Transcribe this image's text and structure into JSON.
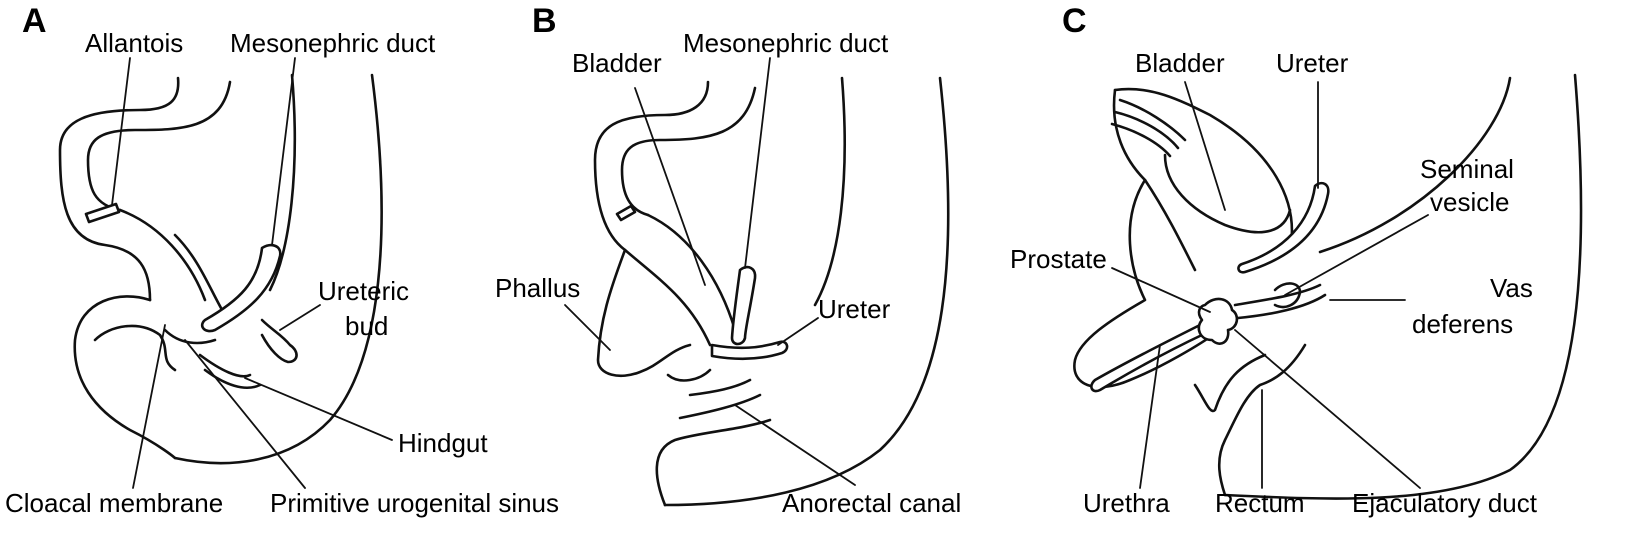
{
  "panels": [
    {
      "letter": "A",
      "labels": {
        "allantois": "Allantois",
        "mesonephric_duct": "Mesonephric duct",
        "ureteric_bud_1": "Ureteric",
        "ureteric_bud_2": "bud",
        "hindgut": "Hindgut",
        "cloacal_membrane": "Cloacal membrane",
        "primitive_urogenital_sinus": "Primitive urogenital sinus"
      }
    },
    {
      "letter": "B",
      "labels": {
        "bladder": "Bladder",
        "mesonephric_duct": "Mesonephric duct",
        "phallus": "Phallus",
        "ureter": "Ureter",
        "anorectal_canal": "Anorectal canal"
      }
    },
    {
      "letter": "C",
      "labels": {
        "bladder": "Bladder",
        "ureter": "Ureter",
        "seminal_vesicle_1": "Seminal",
        "seminal_vesicle_2": "vesicle",
        "prostate": "Prostate",
        "vas_deferens_1": "Vas",
        "vas_deferens_2": "deferens",
        "urethra": "Urethra",
        "rectum": "Rectum",
        "ejaculatory_duct": "Ejaculatory duct"
      }
    }
  ]
}
